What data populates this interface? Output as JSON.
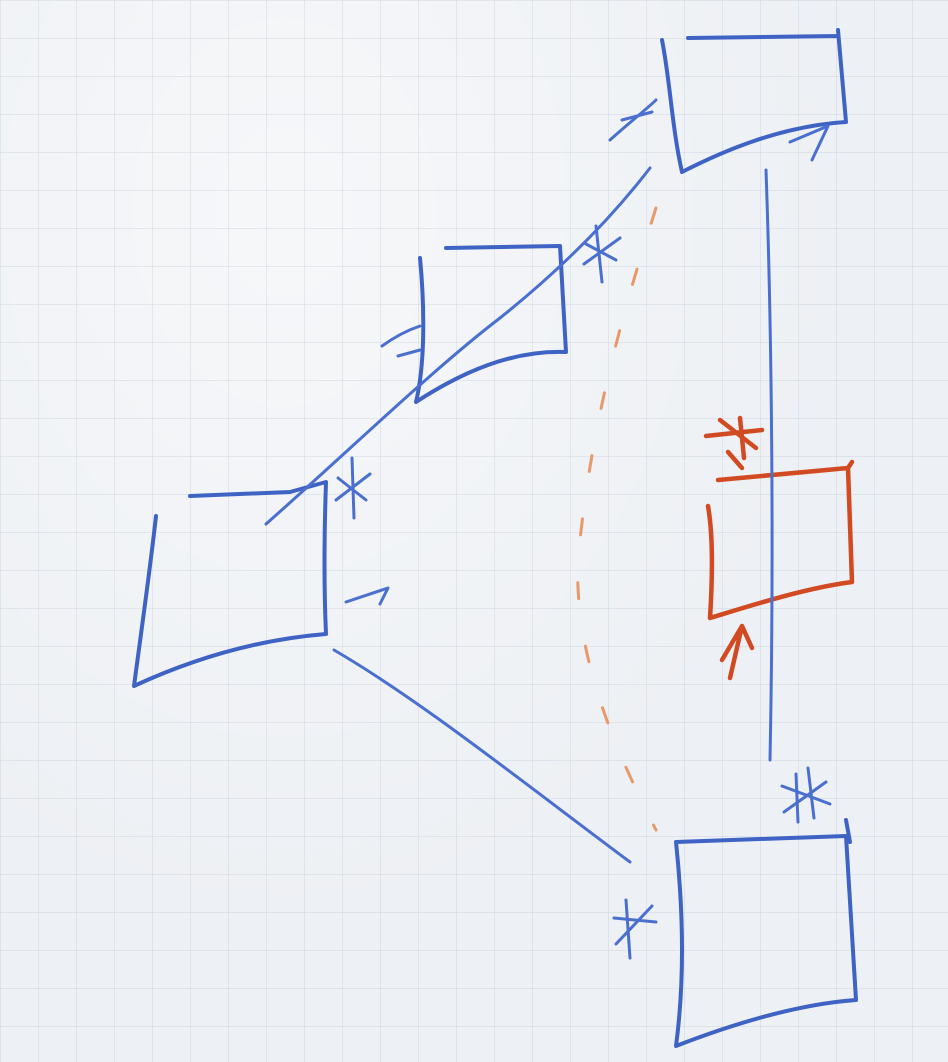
{
  "diagram": {
    "colors": {
      "primary_ink": "#3f63c4",
      "highlight_ink": "#d24a22",
      "dashed_ink": "#e7996a",
      "paper": "#edf0f4"
    },
    "nodes": [
      {
        "id": "node-top",
        "ink": "blue"
      },
      {
        "id": "node-upper-middle",
        "ink": "blue"
      },
      {
        "id": "node-left",
        "ink": "blue"
      },
      {
        "id": "node-bottom",
        "ink": "blue"
      },
      {
        "id": "node-highlighted",
        "ink": "red"
      }
    ],
    "markers": [
      {
        "type": "asterisk",
        "ink": "blue"
      },
      {
        "type": "asterisk",
        "ink": "blue"
      },
      {
        "type": "asterisk",
        "ink": "blue"
      },
      {
        "type": "asterisk",
        "ink": "blue"
      },
      {
        "type": "asterisk",
        "ink": "red"
      }
    ]
  }
}
